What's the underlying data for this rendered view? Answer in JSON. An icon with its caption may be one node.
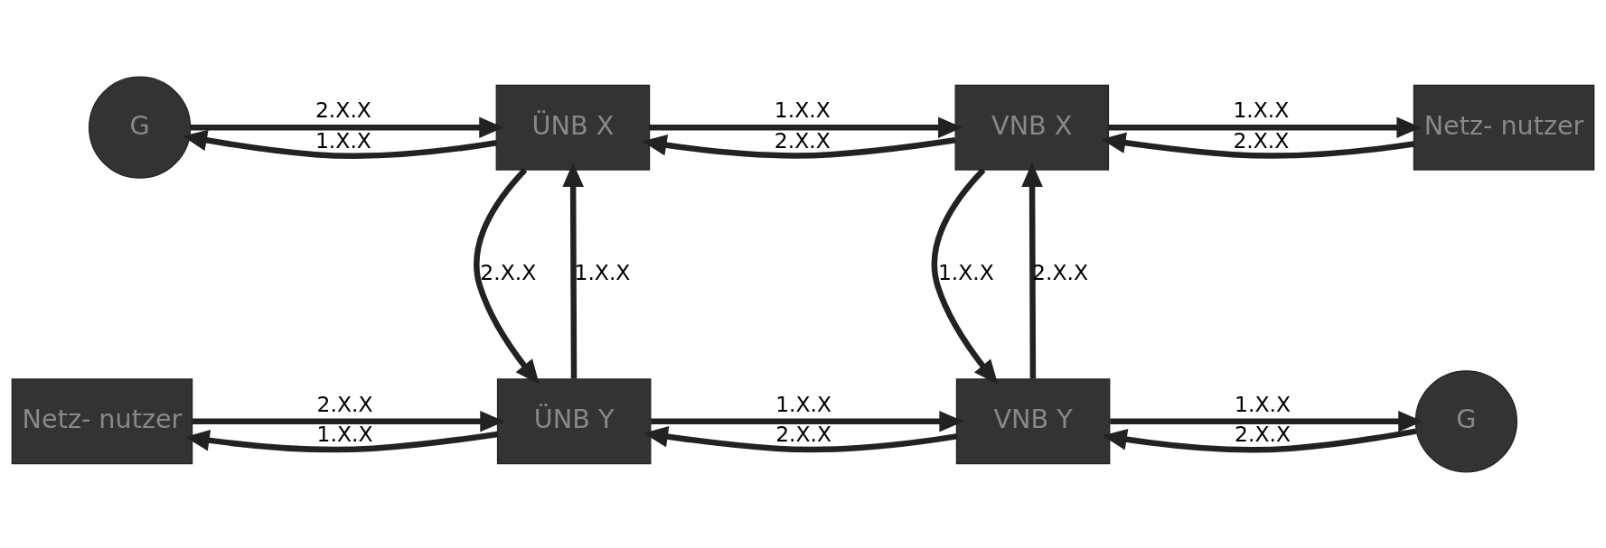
{
  "diagram": {
    "nodes": [
      {
        "text": [
          "G"
        ]
      },
      {
        "text": [
          "ÜNB X"
        ]
      },
      {
        "text": [
          "VNB X"
        ]
      },
      {
        "text": [
          "Netz- nutzer"
        ]
      },
      {
        "text": [
          "Netz- nutzer"
        ]
      },
      {
        "text": [
          "ÜNB Y"
        ]
      },
      {
        "text": [
          "VNB Y"
        ]
      },
      {
        "text": [
          "G"
        ]
      }
    ],
    "edges": [
      {
        "from": 0,
        "to": 1,
        "arrow": "to",
        "label": "2.X.X"
      },
      {
        "from": 1,
        "to": 0,
        "arrow": "to",
        "label": "1.X.X"
      },
      {
        "from": 1,
        "to": 2,
        "arrow": "to",
        "label": "1.X.X"
      },
      {
        "from": 2,
        "to": 1,
        "arrow": "to",
        "label": "2.X.X"
      },
      {
        "from": 2,
        "to": 3,
        "arrow": "to",
        "label": "1.X.X"
      },
      {
        "from": 3,
        "to": 2,
        "arrow": "to",
        "label": "2.X.X"
      },
      {
        "from": 5,
        "to": 1,
        "arrow": "to",
        "label": "1.X.X"
      },
      {
        "from": 1,
        "to": 5,
        "arrow": "to",
        "label": "2.X.X"
      },
      {
        "from": 6,
        "to": 2,
        "arrow": "to",
        "label": "2.X.X"
      },
      {
        "from": 2,
        "to": 6,
        "arrow": "to",
        "label": "1.X.X"
      },
      {
        "from": 4,
        "to": 5,
        "arrow": "to",
        "label": "2.X.X"
      },
      {
        "from": 5,
        "to": 4,
        "arrow": "to",
        "label": "1.X.X"
      },
      {
        "from": 5,
        "to": 6,
        "arrow": "to",
        "label": "1.X.X"
      },
      {
        "from": 6,
        "to": 5,
        "arrow": "to",
        "label": "2.X.X"
      },
      {
        "from": 6,
        "to": 7,
        "arrow": "to",
        "label": "1.X.X"
      },
      {
        "from": 7,
        "to": 6,
        "arrow": "to",
        "label": "2.X.X"
      }
    ]
  }
}
